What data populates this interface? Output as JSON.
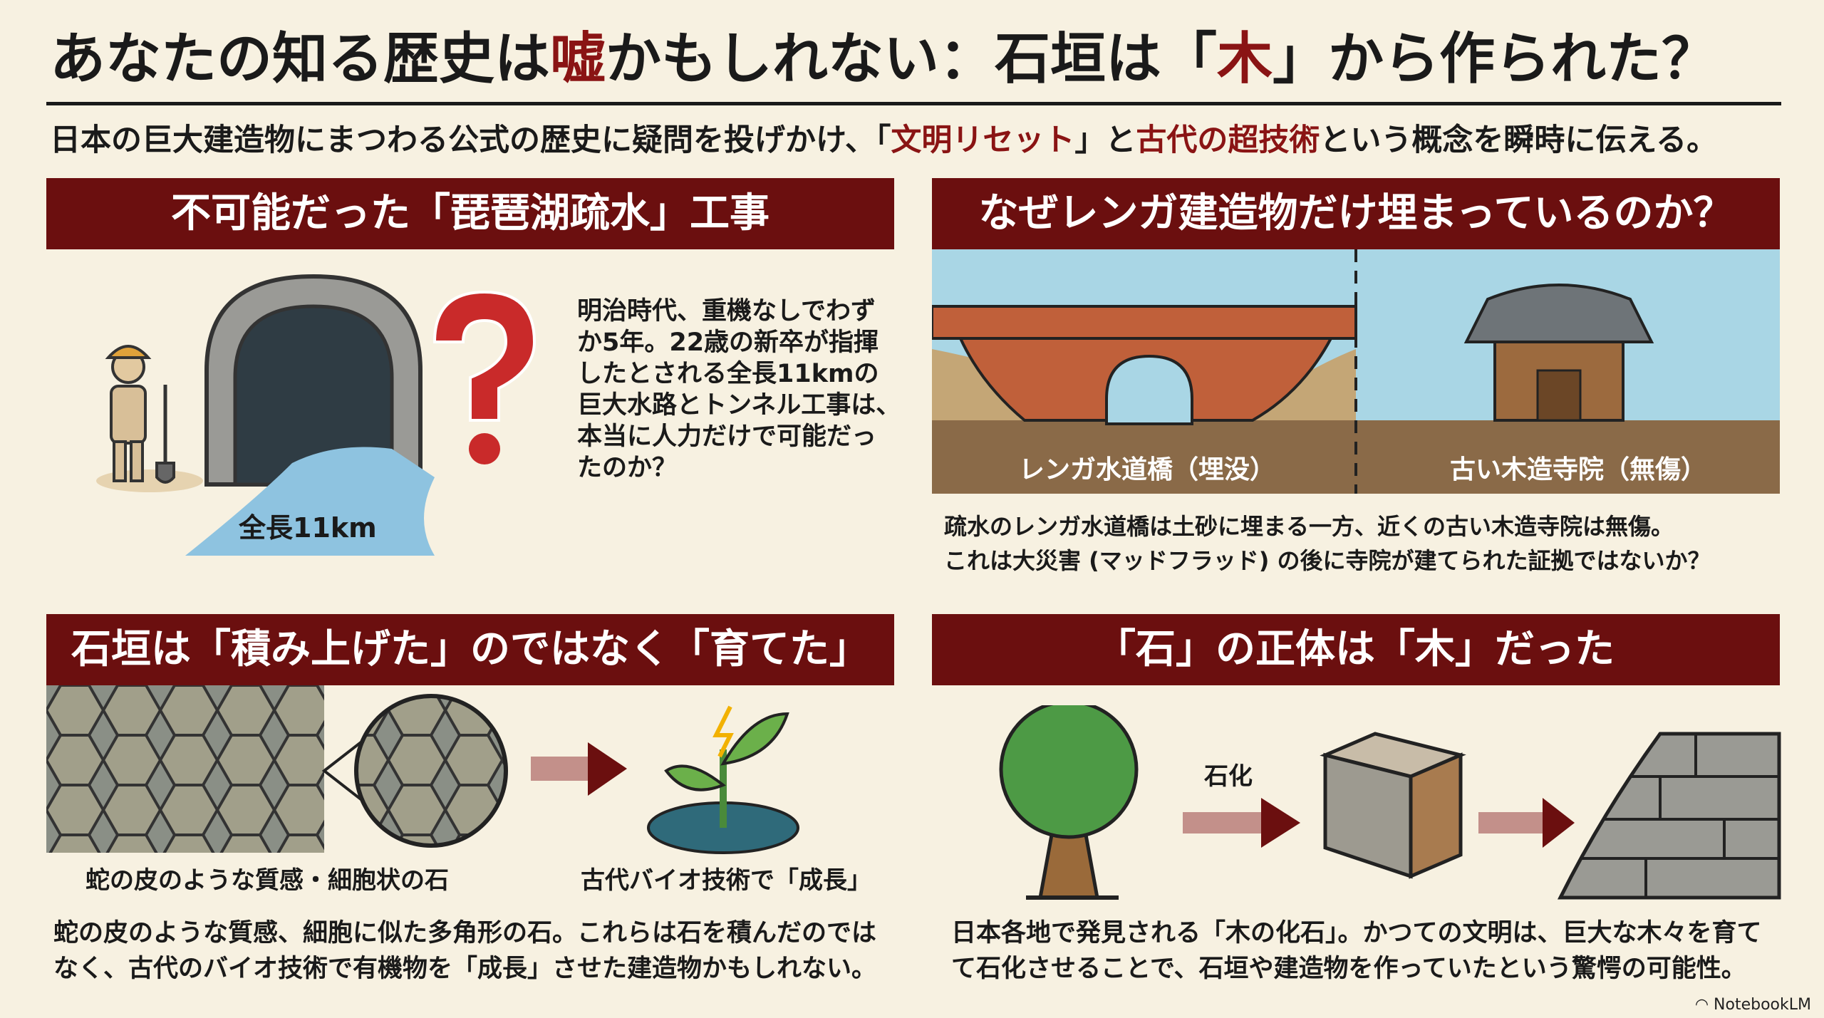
{
  "title": {
    "part1": "あなたの知る歴史は",
    "accent1": "嘘",
    "part2": "かもしれない：石垣は「",
    "accent2": "木",
    "part3": "」から作られた？"
  },
  "subtitle": {
    "part1": "日本の巨大建造物にまつわる公式の歴史に疑問を投げかけ、「",
    "accent1": "文明リセット",
    "part2": "」と",
    "accent2": "古代の超技術",
    "part3": "という概念を瞬時に伝える。"
  },
  "panels": {
    "lake_canal": {
      "header": "不可能だった「琵琶湖疏水」工事",
      "text_lines": [
        "明治時代、重機なしでわず",
        "か5年。22歳の新卒が指揮",
        "したとされる全長11kmの",
        "巨大水路とトンネル工事は、",
        "本当に人力だけで可能だっ",
        "たのか？"
      ],
      "length_label": "全長11km"
    },
    "brick": {
      "header": "なぜレンガ建造物だけ埋まっているのか？",
      "left_label": "レンガ水道橋（埋没）",
      "right_label": "古い木造寺院（無傷）",
      "caption_lines": [
        "疏水のレンガ水道橋は土砂に埋まる一方、近くの古い木造寺院は無傷。",
        "これは大災害 (マッドフラッド) の後に寺院が建てられた証拠ではないか？"
      ]
    },
    "stone_wall": {
      "header": "石垣は「積み上げた」のではなく「育てた」",
      "left_label": "蛇の皮のような質感・細胞状の石",
      "right_label": "古代バイオ技術で「成長」",
      "para_lines": [
        "蛇の皮のような質感、細胞に似た多角形の石。これらは石を積んだのでは",
        "なく、古代のバイオ技術で有機物を「成長」させた建造物かもしれない。"
      ]
    },
    "petrified": {
      "header": "「石」の正体は「木」だった",
      "arrow_label": "石化",
      "para_lines": [
        "日本各地で発見される「木の化石」。かつての文明は、巨大な木々を育て",
        "て石化させることで、石垣や建造物を作っていたという驚愕の可能性。"
      ]
    }
  },
  "brand": "NotebookLM",
  "colors": {
    "header_bg": "#6b0f0f",
    "accent": "#8a1414",
    "background": "#f7f1e1",
    "sky": "#a9d6e5",
    "ground": "#8a6a48"
  }
}
